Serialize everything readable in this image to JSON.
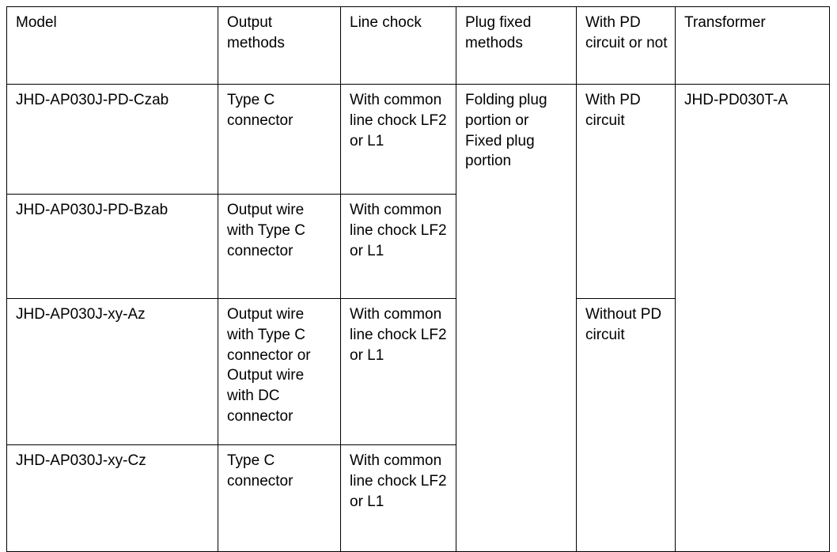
{
  "table": {
    "columns": [
      {
        "key": "model",
        "header": "Model"
      },
      {
        "key": "output",
        "header": "Output methods"
      },
      {
        "key": "chock",
        "header": "Line chock"
      },
      {
        "key": "plug",
        "header": "Plug fixed methods"
      },
      {
        "key": "pd",
        "header": "With PD circuit or not"
      },
      {
        "key": "transformer",
        "header": "Transformer"
      }
    ],
    "rows": [
      {
        "model": "JHD-AP030J-PD-Czab",
        "output": "Type C connector",
        "chock": "With common line chock LF2 or L1",
        "plug": "Folding plug portion or Fixed plug portion",
        "pd": "With PD circuit",
        "transformer": "JHD-PD030T-A"
      },
      {
        "model": "JHD-AP030J-PD-Bzab",
        "output": "Output wire with Type C connector",
        "chock": "With common line chock LF2 or L1"
      },
      {
        "model": "JHD-AP030J-xy-Az",
        "output": "Output wire with Type C connector or Output wire with DC connector",
        "chock": "With common line chock LF2 or L1",
        "pd": "Without PD circuit"
      },
      {
        "model": "JHD-AP030J-xy-Cz",
        "output": "Type C connector",
        "chock": "With common line chock LF2 or L1"
      }
    ],
    "colors": {
      "border": "#000000",
      "text": "#000000",
      "background": "#ffffff"
    }
  }
}
